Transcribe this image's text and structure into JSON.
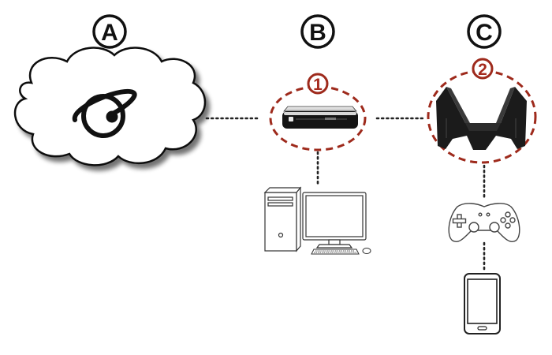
{
  "columns": [
    {
      "id": "a",
      "letter": "A"
    },
    {
      "id": "b",
      "letter": "B"
    },
    {
      "id": "c",
      "letter": "C"
    }
  ],
  "markers": [
    {
      "id": "1",
      "label": "1"
    },
    {
      "id": "2",
      "label": "2"
    }
  ],
  "nodes": {
    "internet": {
      "icon": "internet-cloud-icon"
    },
    "modem": {
      "icon": "modem-icon"
    },
    "router": {
      "icon": "router-icon"
    },
    "desktop": {
      "icon": "desktop-computer-icon"
    },
    "gamepad": {
      "icon": "gamepad-icon"
    },
    "phone": {
      "icon": "smartphone-icon"
    }
  },
  "colors": {
    "highlight": "#9e2a1c",
    "line": "#222222",
    "cloud_fill": "#ffffff",
    "device_dark": "#1a1a1a"
  }
}
